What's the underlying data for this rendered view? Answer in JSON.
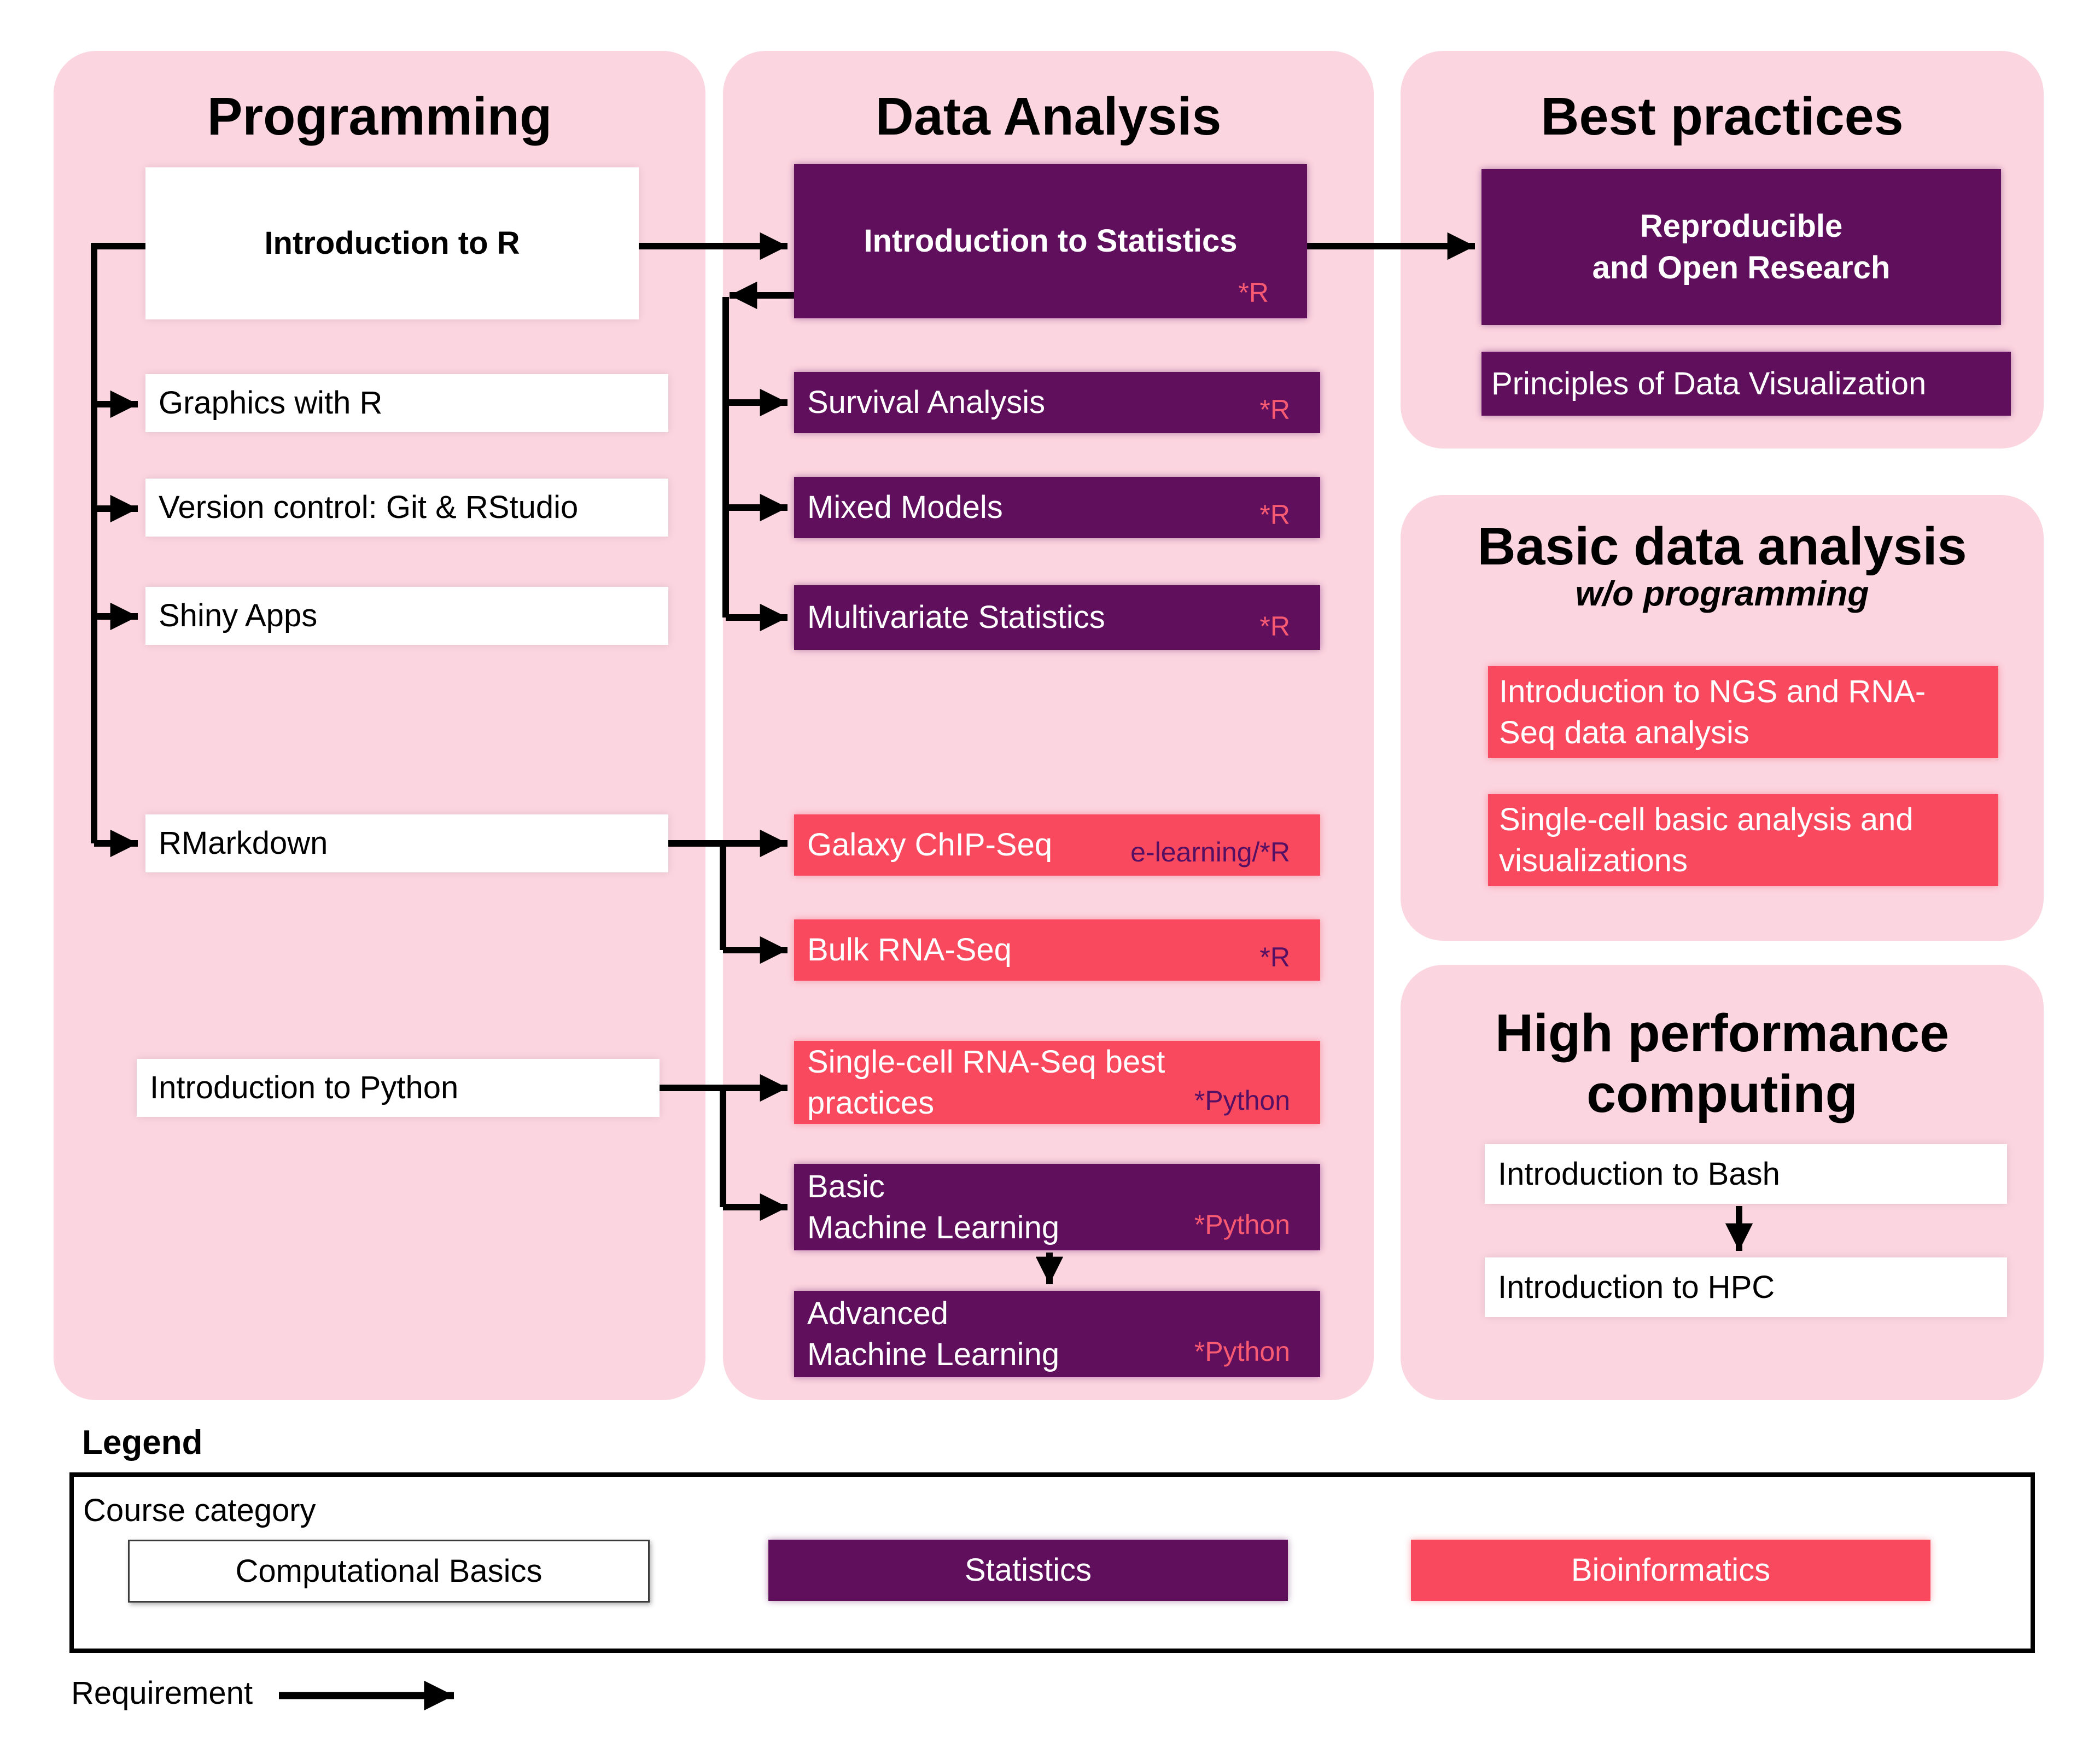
{
  "colors": {
    "panel_pink": "#fbd5e0",
    "statistics_purple": "#5f0f5c",
    "bioinformatics_red": "#f8495e",
    "computational_white": "#ffffff",
    "tag_pink": "#f85a72",
    "tag_purple": "#551063",
    "arrow_black": "#000000"
  },
  "programming": {
    "title": "Programming",
    "intro_r": "Introduction to R",
    "graphics": "Graphics with R",
    "version_control": "Version control: Git & RStudio",
    "shiny": "Shiny Apps",
    "rmarkdown": "RMarkdown",
    "python": "Introduction to Python"
  },
  "data_analysis": {
    "title": "Data Analysis",
    "intro_stats": {
      "label": "Introduction to Statistics",
      "tag": "*R"
    },
    "survival": {
      "label": "Survival Analysis",
      "tag": "*R"
    },
    "mixed": {
      "label": "Mixed Models",
      "tag": "*R"
    },
    "multivariate": {
      "label": "Multivariate Statistics",
      "tag": "*R"
    },
    "galaxy": {
      "label": "Galaxy ChIP-Seq",
      "tag": "e-learning/*R"
    },
    "bulk": {
      "label": "Bulk RNA-Seq",
      "tag": "*R"
    },
    "single_cell": {
      "line1": "Single-cell RNA-Seq best",
      "line2": "practices",
      "tag": "*Python"
    },
    "basic_ml": {
      "line1": "Basic",
      "line2": "Machine Learning",
      "tag": "*Python"
    },
    "advanced_ml": {
      "line1": "Advanced",
      "line2": "Machine Learning",
      "tag": "*Python"
    }
  },
  "best_practices": {
    "title": "Best practices",
    "reproducible": {
      "line1": "Reproducible",
      "line2": "and Open Research"
    },
    "principles": {
      "label": "Principles of Data Visualization"
    }
  },
  "basic_data_analysis": {
    "title": "Basic data analysis",
    "subtitle": "w/o programming",
    "ngs": {
      "line1": "Introduction to NGS and RNA-",
      "line2": "Seq data analysis"
    },
    "single_cell_basic": {
      "line1": "Single-cell basic analysis and",
      "line2": "visualizations"
    }
  },
  "hpc": {
    "title_line1": "High performance",
    "title_line2": "computing",
    "bash": "Introduction to Bash",
    "hpc_course": "Introduction to HPC"
  },
  "legend": {
    "title": "Legend",
    "course_category": "Course category",
    "computational_basics": "Computational Basics",
    "statistics": "Statistics",
    "bioinformatics": "Bioinformatics",
    "requirement": "Requirement"
  }
}
